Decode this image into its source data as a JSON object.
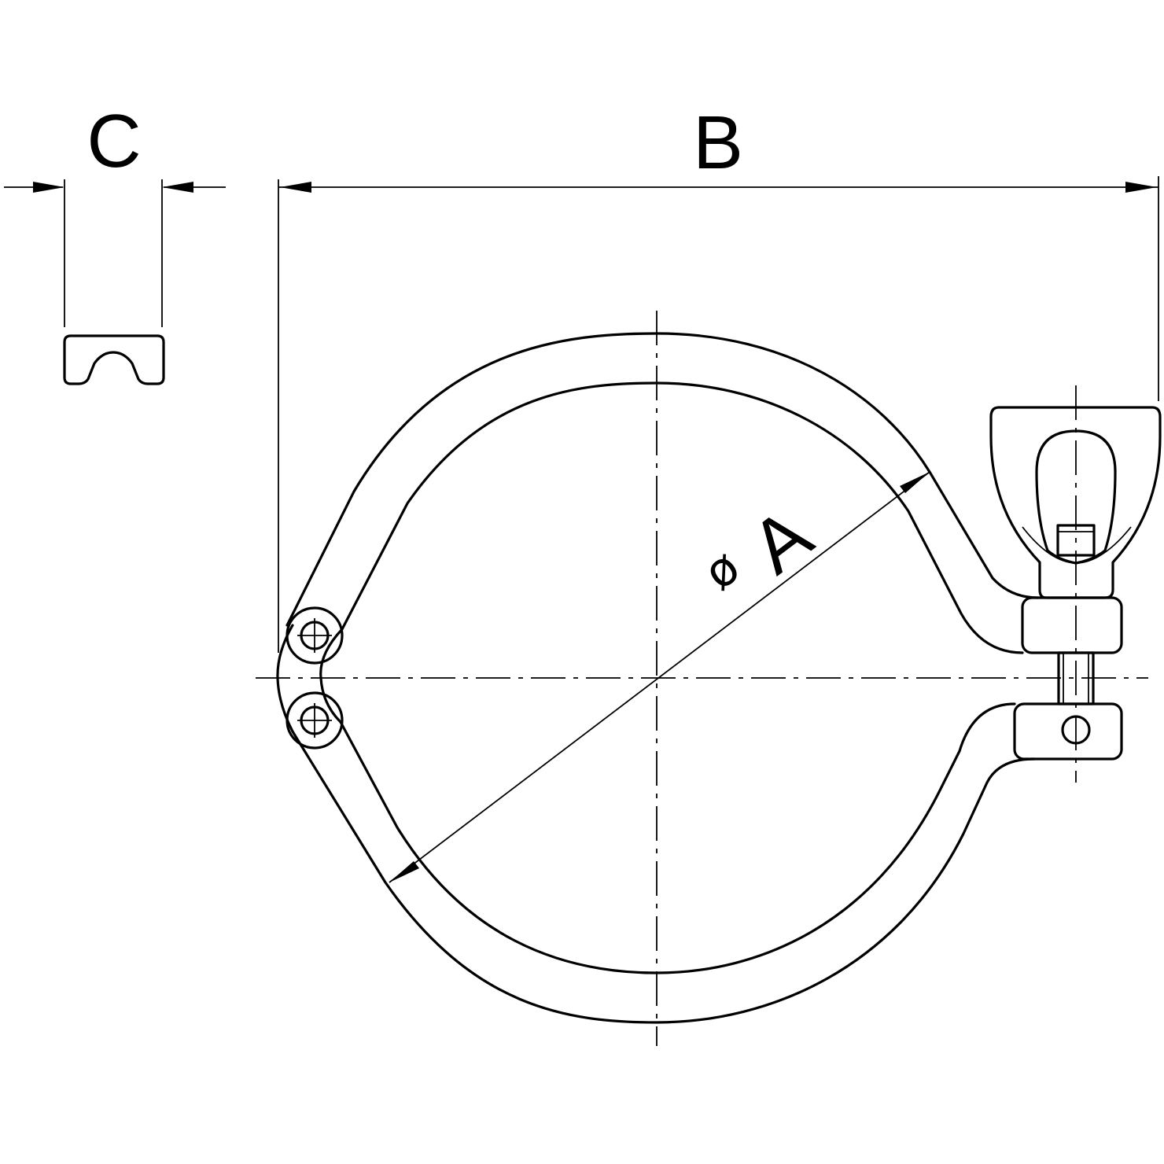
{
  "dimensions": {
    "c_label": "C",
    "b_label": "B",
    "a_prefix": "ø",
    "a_label": "A"
  },
  "colors": {
    "line": "#000000",
    "background": "#ffffff"
  }
}
